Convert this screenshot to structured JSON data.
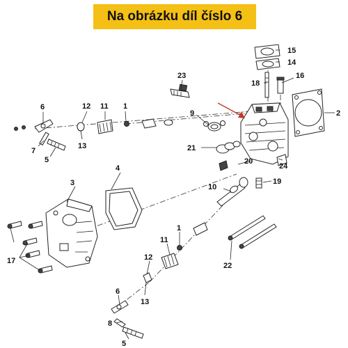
{
  "banner": {
    "text": "Na obrázku díl číslo 6",
    "color": "#f5c015"
  },
  "diagram": {
    "highlight_color": "#c0392b",
    "callouts": [
      "1",
      "1",
      "2",
      "3",
      "4",
      "5",
      "5",
      "6",
      "6",
      "7",
      "8",
      "9",
      "10",
      "11",
      "11",
      "12",
      "12",
      "13",
      "13",
      "14",
      "15",
      "16",
      "17",
      "18",
      "19",
      "20",
      "21",
      "22",
      "23",
      "24"
    ]
  }
}
